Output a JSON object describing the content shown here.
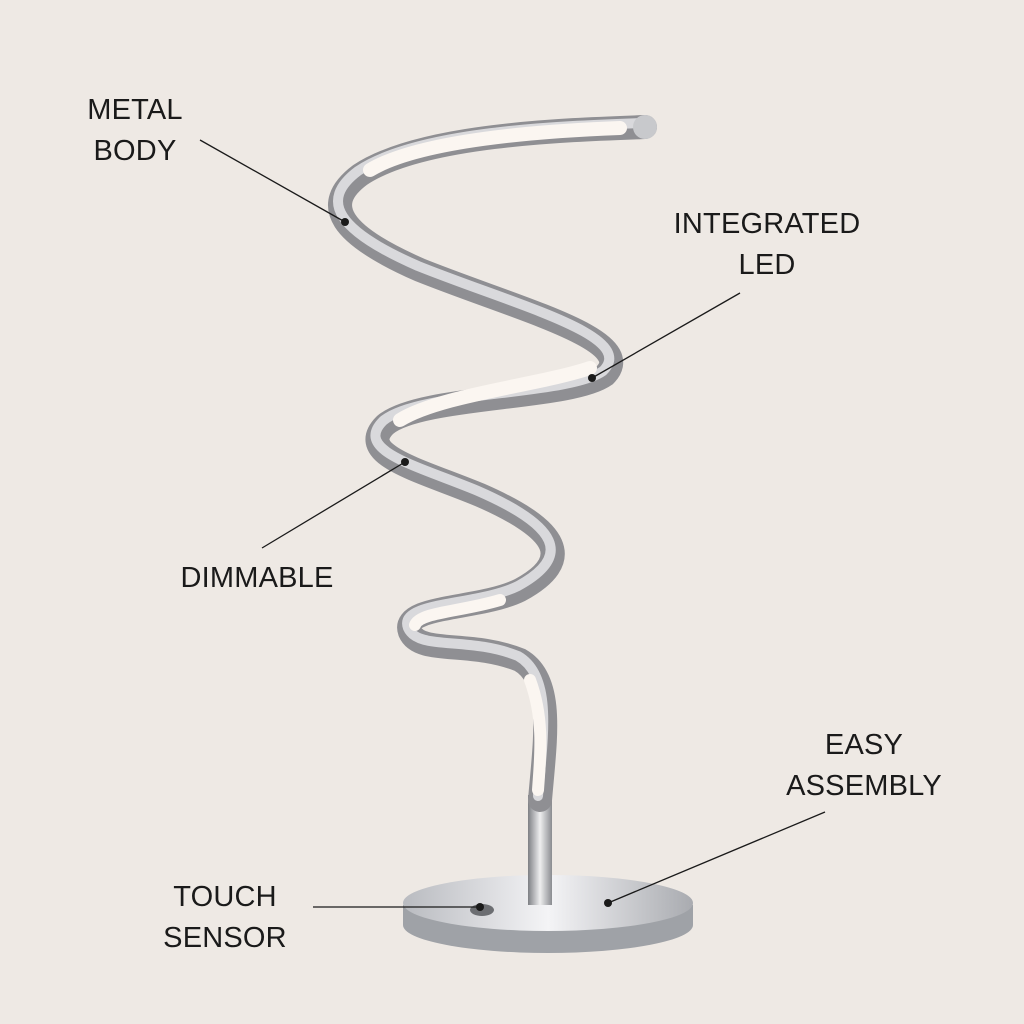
{
  "colors": {
    "background": "#eee9e4",
    "text": "#1a1a1a",
    "chrome": "#8f8f93",
    "led": "#fbf6f1"
  },
  "callouts": [
    {
      "id": "metal-body",
      "lines": [
        "METAL",
        "BODY"
      ]
    },
    {
      "id": "integrated-led",
      "lines": [
        "INTEGRATED",
        "LED"
      ]
    },
    {
      "id": "dimmable",
      "lines": [
        "DIMMABLE"
      ]
    },
    {
      "id": "easy-assembly",
      "lines": [
        "EASY",
        "ASSEMBLY"
      ]
    },
    {
      "id": "touch-sensor",
      "lines": [
        "TOUCH",
        "SENSOR"
      ]
    }
  ]
}
